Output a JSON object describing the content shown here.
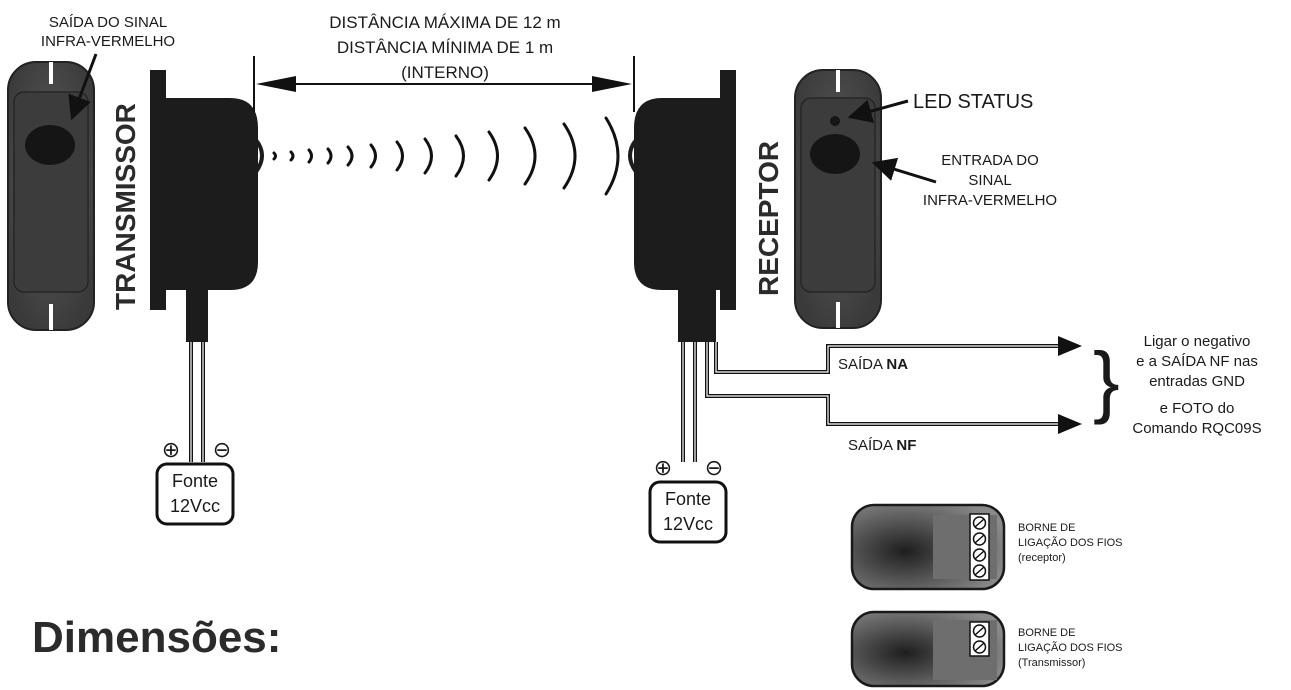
{
  "transmitter": {
    "label": "TRANSMISSOR",
    "signal_out": [
      "SAÍDA DO SINAL",
      "INFRA-VERMELHO"
    ],
    "power_plus": "⊕",
    "power_minus": "⊖",
    "power_source": [
      "Fonte",
      "12Vcc"
    ]
  },
  "distance": {
    "lines": [
      "DISTÂNCIA MÁXIMA DE 12 m",
      "DISTÂNCIA MÍNIMA DE 1 m",
      "(INTERNO)"
    ]
  },
  "receiver": {
    "label": "RECEPTOR",
    "led_status": "LED STATUS",
    "signal_in": [
      "ENTRADA DO",
      "SINAL",
      "INFRA-VERMELHO"
    ],
    "power_plus": "⊕",
    "power_minus": "⊖",
    "power_source": [
      "Fonte",
      "12Vcc"
    ]
  },
  "outputs": {
    "na_prefix": "SAÍDA ",
    "na_bold": "NA",
    "nf_prefix": "SAÍDA ",
    "nf_bold": "NF",
    "brace": "}",
    "note": [
      "Ligar o negativo",
      "e a SAÍDA NF nas",
      "entradas GND",
      "e FOTO do",
      "Comando RQC09S"
    ]
  },
  "terminals": {
    "receiver": [
      "BORNE DE",
      "LIGAÇÃO DOS FIOS",
      "(receptor)"
    ],
    "transmitter": [
      "BORNE DE",
      "LIGAÇÃO DOS FIOS",
      "(Transmissor)"
    ]
  },
  "dimensions_title": "Dimensões:",
  "colors": {
    "body_dark": "#1c1c1c",
    "cover_gray": "#4a4a4a",
    "lens": "#151515",
    "line": "#111111"
  }
}
